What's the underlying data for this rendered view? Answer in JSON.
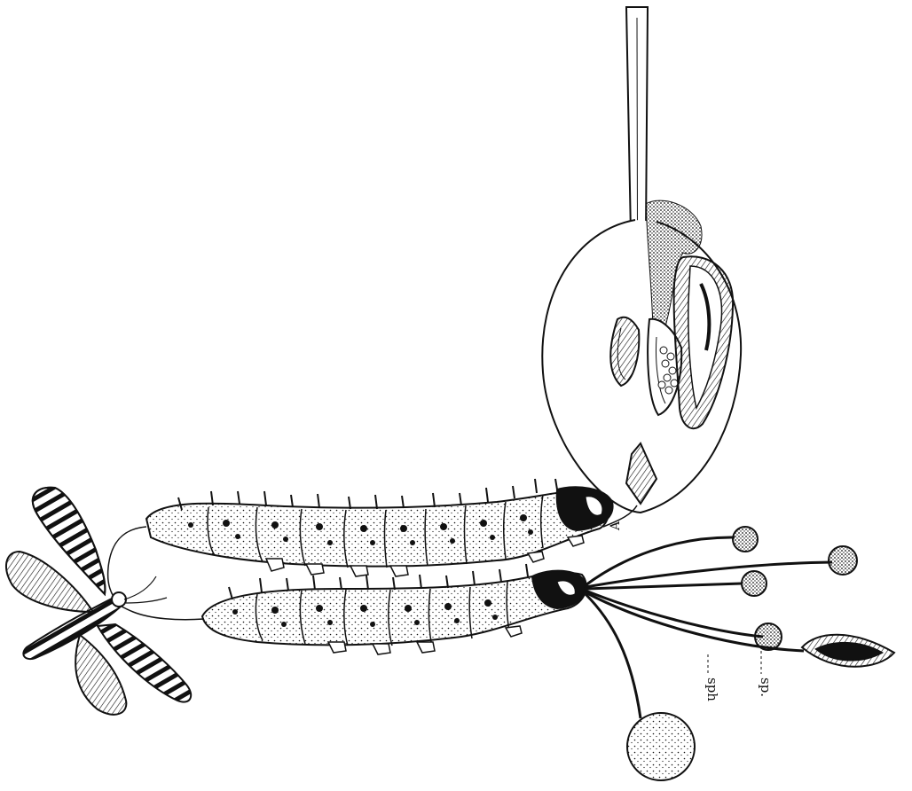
{
  "labels": {
    "a": "A",
    "sph": "sph",
    "sp": "sp."
  },
  "colors": {
    "ink": "#111111",
    "paper": "#ffffff"
  }
}
